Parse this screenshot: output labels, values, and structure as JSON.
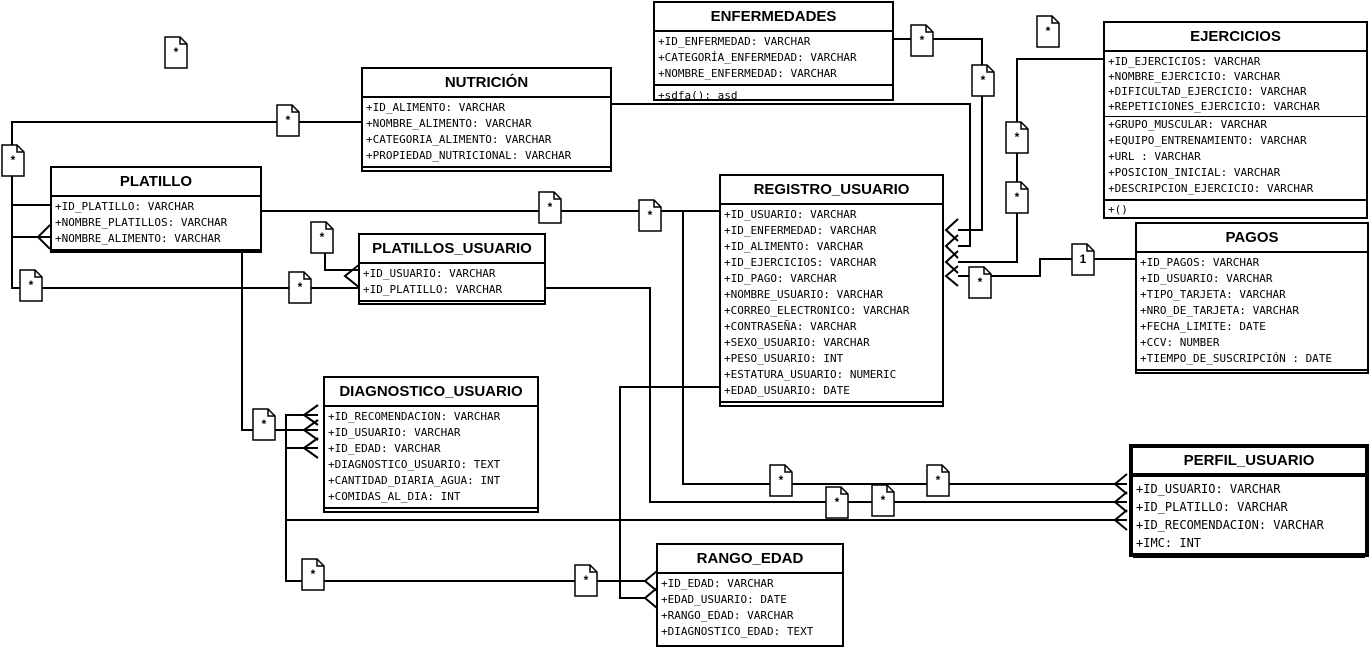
{
  "entities": {
    "enfermedades": {
      "title": "ENFERMEDADES",
      "attrs": [
        "+ID_ENFERMEDAD: VARCHAR",
        "+CATEGORÍA_ENFERMEDAD: VARCHAR",
        "+NOMBRE_ENFERMEDAD: VARCHAR"
      ],
      "ops": [
        "+sdfa(): asd"
      ]
    },
    "ejercicios": {
      "title": "EJERCICIOS",
      "attrs": [
        "+ID_EJERCICIOS: VARCHAR",
        "+NOMBRE_EJERCICIO: VARCHAR",
        "+DIFICULTAD_EJERCICIO: VARCHAR",
        "+REPETICIONES_EJERCICIO: VARCHAR"
      ],
      "attrs2": [
        "+GRUPO_MUSCULAR: VARCHAR",
        "+EQUIPO_ENTRENAMIENTO: VARCHAR",
        "+URL : VARCHAR",
        "+POSICION_INICIAL: VARCHAR",
        "+DESCRIPCION_EJERCICIO: VARCHAR"
      ],
      "ops": [
        "+()"
      ]
    },
    "nutricion": {
      "title": "NUTRICIÓN",
      "attrs": [
        "+ID_ALIMENTO: VARCHAR",
        "+NOMBRE_ALIMENTO: VARCHAR",
        "+CATEGORIA_ALIMENTO: VARCHAR",
        "+PROPIEDAD_NUTRICIONAL: VARCHAR"
      ]
    },
    "platillo": {
      "title": "PLATILLO",
      "attrs": [
        "+ID_PLATILLO: VARCHAR",
        "+NOMBRE_PLATILLOS: VARCHAR",
        "+NOMBRE_ALIMENTO: VARCHAR"
      ]
    },
    "platillos_usuario": {
      "title": "PLATILLOS_USUARIO",
      "attrs": [
        "+ID_USUARIO: VARCHAR",
        "+ID_PLATILLO: VARCHAR"
      ]
    },
    "registro_usuario": {
      "title": "REGISTRO_USUARIO",
      "attrs": [
        "+ID_USUARIO: VARCHAR",
        "+ID_ENFERMEDAD: VARCHAR",
        "+ID_ALIMENTO: VARCHAR",
        "+ID_EJERCICIOS: VARCHAR",
        "+ID_PAGO: VARCHAR",
        "+NOMBRE_USUARIO: VARCHAR",
        "+CORREO_ELECTRONICO: VARCHAR",
        "+CONTRASEÑA: VARCHAR",
        "+SEXO_USUARIO: VARCHAR",
        "+PESO_USUARIO: INT",
        "+ESTATURA_USUARIO: NUMERIC",
        "+EDAD_USUARIO: DATE"
      ]
    },
    "pagos": {
      "title": "PAGOS",
      "attrs": [
        "+ID_PAGOS: VARCHAR",
        "+ID_USUARIO: VARCHAR",
        "+TIPO_TARJETA: VARCHAR",
        "+NRO_DE_TARJETA: VARCHAR",
        "+FECHA_LIMITE: DATE",
        "+CCV: NUMBER",
        "+TIEMPO_DE_SUSCRIPCIÓN : DATE"
      ]
    },
    "diagnostico_usuario": {
      "title": "DIAGNOSTICO_USUARIO",
      "attrs": [
        "+ID_RECOMENDACION: VARCHAR",
        "+ID_USUARIO: VARCHAR",
        "+ID_EDAD: VARCHAR",
        "+DIAGNOSTICO_USUARIO: TEXT",
        "+CANTIDAD_DIARIA_AGUA: INT",
        "+COMIDAS_AL_DIA: INT"
      ]
    },
    "perfil_usuario": {
      "title": "PERFIL_USUARIO",
      "attrs": [
        "+ID_USUARIO: VARCHAR",
        "+ID_PLATILLO: VARCHAR",
        "+ID_RECOMENDACION: VARCHAR",
        "+IMC: INT"
      ]
    },
    "rango_edad": {
      "title": "RANGO_EDAD",
      "attrs": [
        "+ID_EDAD: VARCHAR",
        "+EDAD_USUARIO: DATE",
        "+RANGO_EDAD: VARCHAR",
        "+DIAGNOSTICO_EDAD: TEXT"
      ]
    }
  },
  "multiplicity": {
    "many": "*",
    "one": "1"
  }
}
